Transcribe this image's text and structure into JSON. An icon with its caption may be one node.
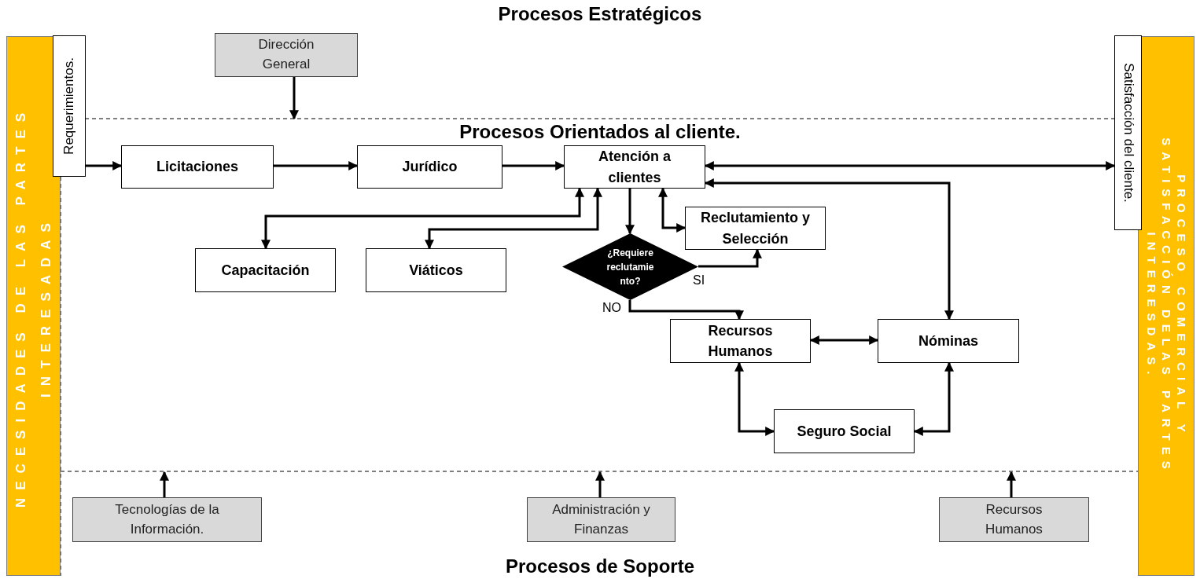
{
  "diagram": {
    "title": "Procesos Estratégicos",
    "nodes": [
      {
        "text": [
          "NECESIDADES DE LAS PARTES INTERESADAS"
        ]
      },
      {
        "text": [
          "Requerimientos."
        ]
      },
      {
        "text": [
          "Dirección General"
        ]
      },
      {
        "text": [
          "Licitaciones"
        ]
      },
      {
        "text": [
          "Jurídico"
        ]
      },
      {
        "text": [
          "Atención a clientes"
        ]
      },
      {
        "text": [
          "Capacitación"
        ]
      },
      {
        "text": [
          "Viáticos"
        ]
      },
      {
        "text": [
          "Reclutamiento y Selección"
        ]
      },
      {
        "text": [
          "¿Requiere reclutamiento?"
        ]
      },
      {
        "text": [
          "Recursos Humanos"
        ]
      },
      {
        "text": [
          "Nóminas"
        ]
      },
      {
        "text": [
          "Seguro Social"
        ]
      },
      {
        "text": [
          "Satisfacción del cliente."
        ]
      },
      {
        "text": [
          "PROCESO COMERCIAL Y SATISFACCIÓN DELAS PARTES INTERESDAS."
        ]
      },
      {
        "text": [
          "Tecnologías de la Información."
        ]
      },
      {
        "text": [
          "Administración y Finanzas"
        ]
      },
      {
        "text": [
          "Recursos Humanos"
        ]
      }
    ],
    "edges": [
      {
        "from": 1,
        "to": 3,
        "arrow": "to"
      },
      {
        "from": 3,
        "to": 4,
        "arrow": "to"
      },
      {
        "from": 4,
        "to": 5,
        "arrow": "to"
      },
      {
        "from": 5,
        "to": 13,
        "arrow": "both"
      },
      {
        "from": 11,
        "to": 5,
        "arrow": "both"
      },
      {
        "from": 5,
        "to": 6,
        "arrow": "both"
      },
      {
        "from": 7,
        "to": 5,
        "arrow": "both"
      },
      {
        "from": 5,
        "to": 9,
        "arrow": "to"
      },
      {
        "from": 5,
        "to": 8,
        "arrow": "both"
      },
      {
        "from": 9,
        "to": 8,
        "arrow": "to",
        "label": "SI"
      },
      {
        "from": 9,
        "to": 10,
        "arrow": "to",
        "label": "NO"
      },
      {
        "from": 10,
        "to": 11,
        "arrow": "both"
      },
      {
        "from": 10,
        "to": 12,
        "arrow": "both"
      },
      {
        "from": 11,
        "to": 12,
        "arrow": "both"
      },
      {
        "from": 2,
        "to": null,
        "arrow": "to"
      },
      {
        "from": 15,
        "to": null,
        "arrow": "to"
      },
      {
        "from": 16,
        "to": null,
        "arrow": "to"
      },
      {
        "from": 17,
        "to": null,
        "arrow": "to"
      }
    ],
    "labels": [
      "Procesos Orientados al cliente.",
      "Procesos de Soporte"
    ]
  }
}
